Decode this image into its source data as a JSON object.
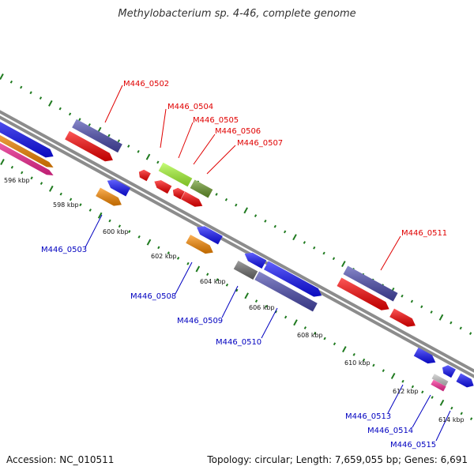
{
  "title": "Methylobacterium sp. 4-46, complete genome",
  "footer": {
    "accession": "Accession: NC_010511",
    "summary": "Topology: circular; Length: 7,659,055 bp; Genes: 6,691"
  },
  "colors": {
    "backbone": "#8a8a8a",
    "tick": "#1f7a1f",
    "label_top": "#e00000",
    "label_bottom": "#0000c0"
  },
  "scale_labels": [
    "596 kbp",
    "598 kbp",
    "600 kbp",
    "602 kbp",
    "604 kbp",
    "606 kbp",
    "608 kbp",
    "610 kbp",
    "612 kbp",
    "614 kbp"
  ],
  "gene_labels_top": [
    "M446_0502",
    "M446_0504",
    "M446_0505",
    "M446_0506",
    "M446_0507",
    "M446_0511"
  ],
  "gene_labels_bottom": [
    "M446_0503",
    "M446_0508",
    "M446_0509",
    "M446_0510",
    "M446_0513",
    "M446_0514",
    "M446_0515"
  ]
}
